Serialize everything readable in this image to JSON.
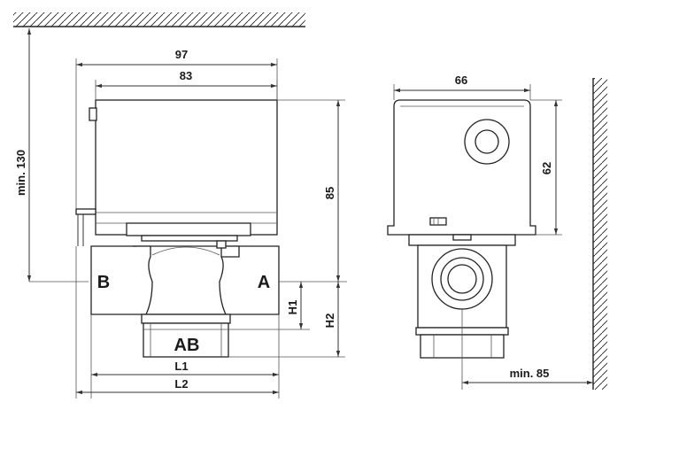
{
  "dimensions": {
    "overall_width": "97",
    "housing_width": "83",
    "housing_height": "85",
    "min_top_clearance": "min. 130",
    "side_width": "66",
    "side_housing_height": "62",
    "min_side_clearance": "min. 85",
    "h1": "H1",
    "h2": "H2",
    "l1": "L1",
    "l2": "L2"
  },
  "ports": {
    "b": "B",
    "a": "A",
    "ab": "AB"
  }
}
